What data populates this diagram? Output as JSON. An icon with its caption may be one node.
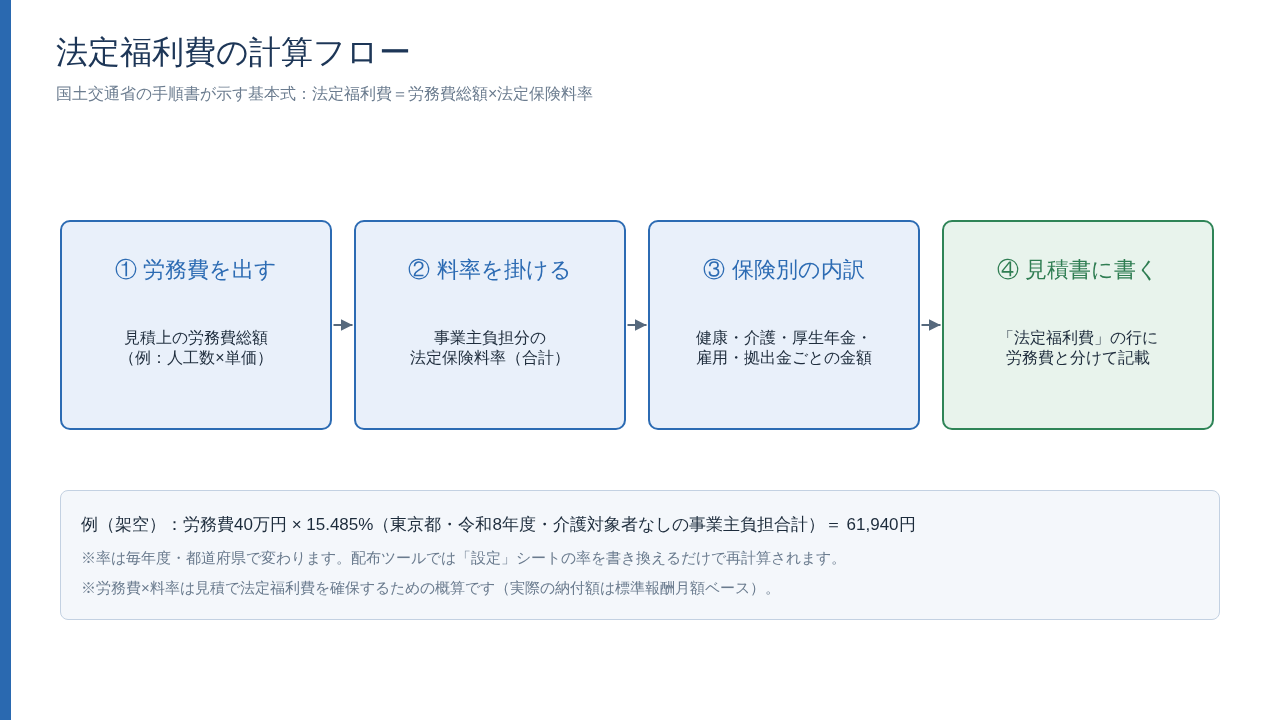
{
  "diagram": {
    "title": "法定福利費の計算フロー",
    "nodes": [
      {
        "text": [
          "① 労務費を出す",
          "見積上の労務費総額（例：人工数×単価）"
        ]
      },
      {
        "text": [
          "② 料率を掛ける",
          "事業主負担分の法定保険料率（合計）"
        ]
      },
      {
        "text": [
          "③ 保険別の内訳",
          "健康・介護・厚生年金・雇用・拠出金ごとの金額"
        ]
      },
      {
        "text": [
          "④ 見積書に書く",
          "「法定福利費」の行に労務費と分けて記載"
        ]
      },
      {
        "text": [
          "例（架空）：労務費40万円 × 15.485%（東京都・令和8年度・介護対象者なしの事業主負担合計）＝ 61,940円",
          "※率は毎年度・都道府県で変わります。配布ツールでは「設定」シートの率を書き換えるだけで再計算されます。",
          "※労務費×料率は見積で法定福利費を確保するための概算です（実際の納付額は標準報酬月額ベース）。"
        ]
      }
    ],
    "edges": [
      {
        "from": 0,
        "to": 1,
        "arrow": "to"
      },
      {
        "from": 1,
        "to": 2,
        "arrow": "to"
      },
      {
        "from": 2,
        "to": 3,
        "arrow": "to"
      }
    ],
    "labels": [
      "国土交通省の手順書が示す基本式：法定福利費＝労務費総額×法定保険料率"
    ]
  }
}
